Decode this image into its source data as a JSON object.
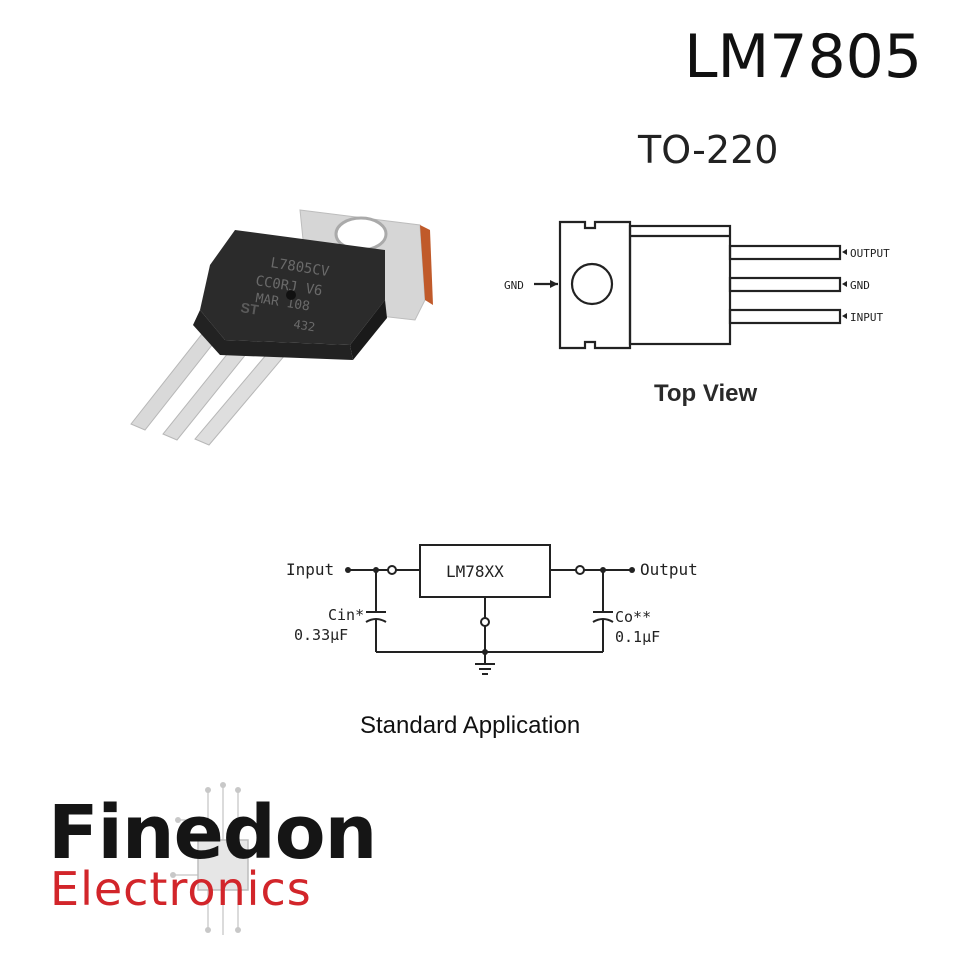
{
  "title": "LM7805",
  "photo": {
    "marking_lines": [
      "L7805CV",
      "CC0RJ  V6",
      "MAR  108"
    ],
    "marking_extra": "432",
    "brand_mark": "ST"
  },
  "package_label": "TO-220",
  "pinout": {
    "pins": [
      {
        "label": "OUTPUT"
      },
      {
        "label": "GND"
      },
      {
        "label": "INPUT"
      }
    ],
    "tab_label": "GND",
    "caption": "Top View"
  },
  "application": {
    "input_label": "Input",
    "output_label": "Output",
    "regulator_label": "LM78XX",
    "cin_label": "Cin*",
    "cin_value": "0.33μF",
    "co_label": "Co**",
    "co_value": "0.1μF",
    "caption": "Standard Application"
  },
  "brand": {
    "name": "Finedon",
    "sub": "Electronics",
    "accent": "#d2252a"
  }
}
